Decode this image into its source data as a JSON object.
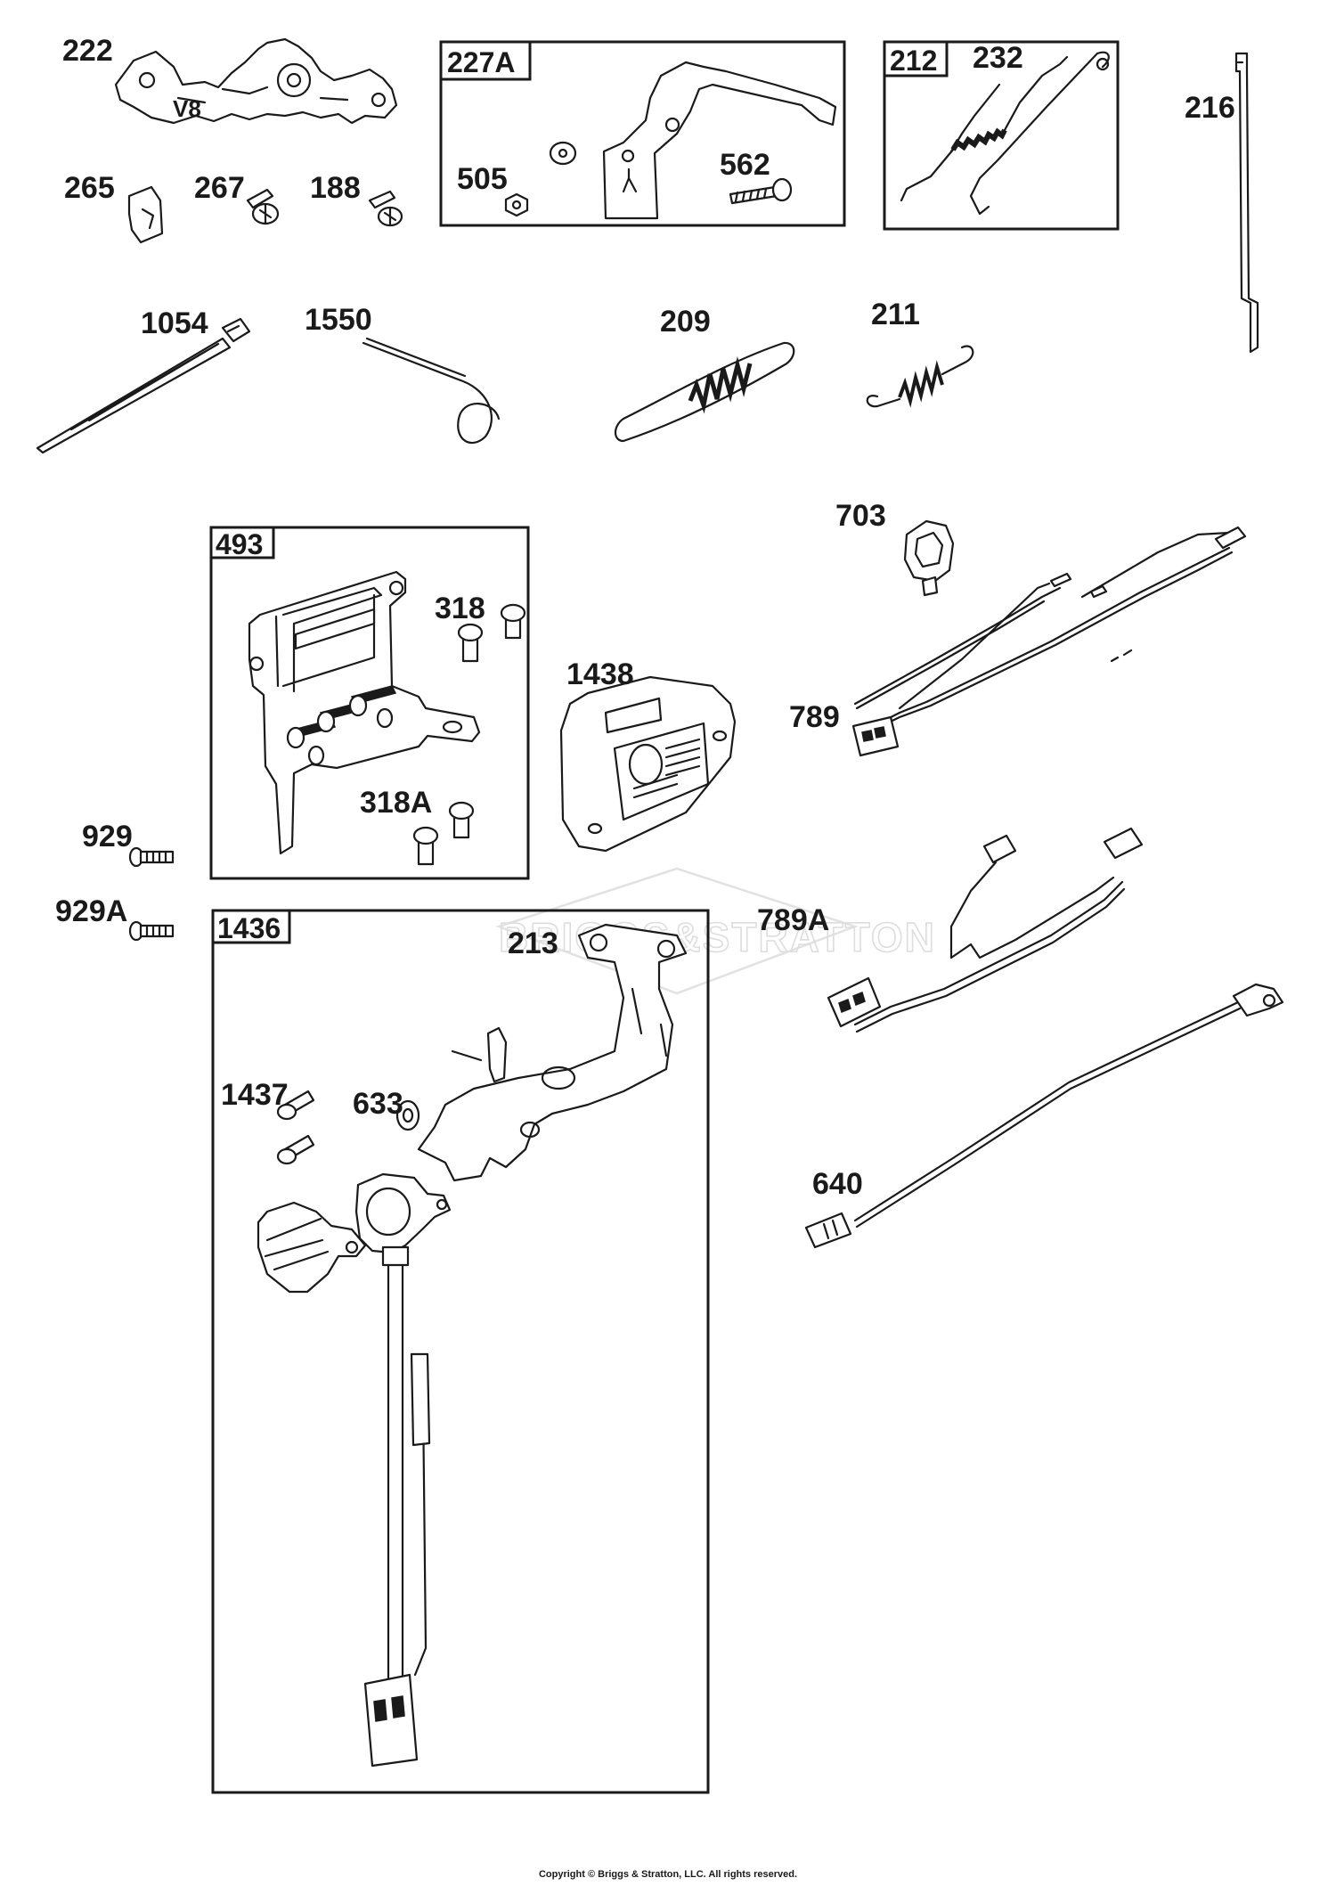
{
  "watermark": "BRIGGS&STRATTON",
  "copyright": "Copyright © Briggs & Stratton, LLC. All rights reserved.",
  "labels": {
    "p222": "222",
    "p265": "265",
    "p267": "267",
    "p188": "188",
    "p505": "505",
    "p562": "562",
    "p232": "232",
    "p216": "216",
    "p1054": "1054",
    "p1550": "1550",
    "p209": "209",
    "p211": "211",
    "p318": "318",
    "p318A": "318A",
    "p1438": "1438",
    "p703": "703",
    "p789": "789",
    "p929": "929",
    "p929A": "929A",
    "p213": "213",
    "p789A": "789A",
    "p1437": "1437",
    "p633": "633",
    "p640": "640"
  },
  "kits": {
    "k227A": "227A",
    "k212": "212",
    "k493": "493",
    "k1436": "1436"
  },
  "colors": {
    "ink": "#1a1a1a",
    "background": "#ffffff",
    "watermark": "#dddddd"
  }
}
